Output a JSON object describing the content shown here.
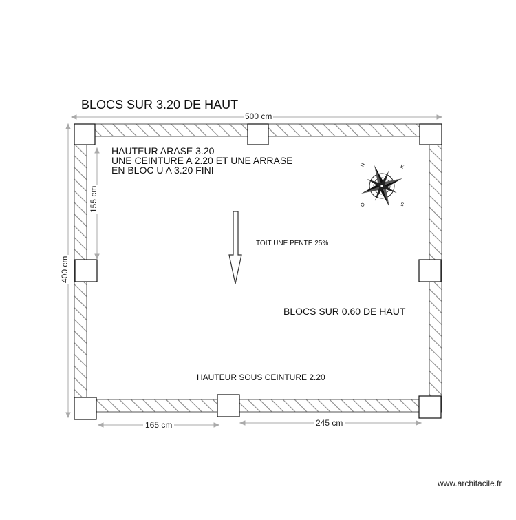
{
  "title": "BLOCS SUR 3.20 DE HAUT",
  "notes": {
    "arase_lines": [
      "HAUTEUR ARASE 3.20",
      "UNE CEINTURE A 2.20 ET UNE ARRASE",
      "EN BLOC U A 3.20 FINI"
    ],
    "roof": "TOIT UNE PENTE 25%",
    "low_blocks": "BLOCS SUR 0.60 DE HAUT",
    "under_belt": "HAUTEUR SOUS CEINTURE 2.20"
  },
  "dimensions": {
    "width_total": "500 cm",
    "height_total": "400 cm",
    "left_partial": "155 cm",
    "bottom_left": "165 cm",
    "bottom_right": "245 cm"
  },
  "compass": {
    "north": "N",
    "east": "E",
    "south": "S",
    "west": "O"
  },
  "watermark": "www.archifacile.fr",
  "colors": {
    "line": "#333333",
    "hatch": "#888888",
    "post_fill": "#ffffff"
  }
}
